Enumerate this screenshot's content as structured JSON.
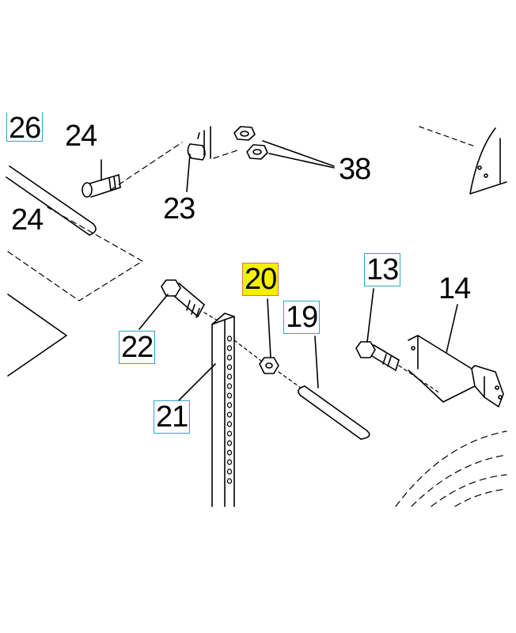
{
  "diagram": {
    "callouts": {
      "c26": "26",
      "c24_top": "24",
      "c24_left": "24",
      "c23": "23",
      "c38": "38",
      "c20": "20",
      "c19": "19",
      "c13": "13",
      "c14": "14",
      "c22": "22",
      "c21": "21"
    },
    "colors": {
      "highlight": "#f4f000",
      "highlight_border": "#d9734a",
      "box_border": "#2aa7c9",
      "line": "#000000"
    }
  }
}
